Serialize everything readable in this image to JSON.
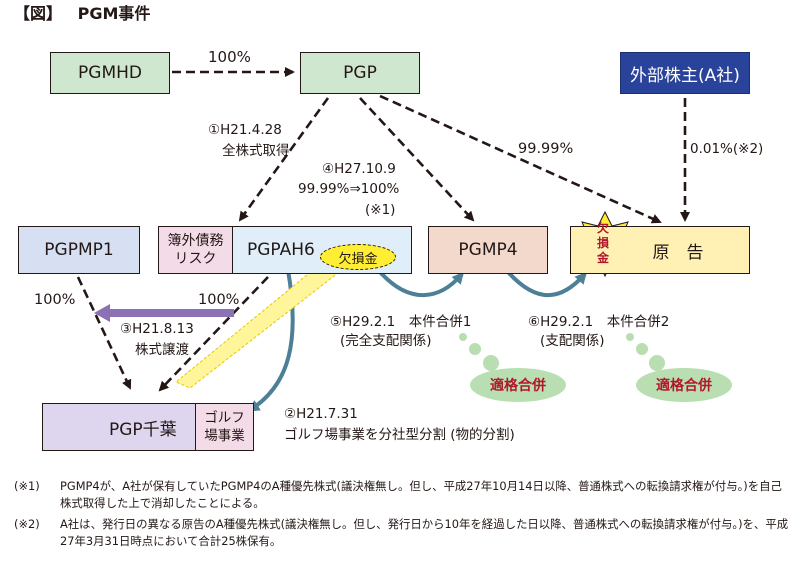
{
  "title": {
    "bracket": "【図】",
    "text": "PGM事件"
  },
  "boxes": {
    "pgmhd": "PGMHD",
    "pgp": "PGP",
    "outside": "外部株主(A社)",
    "pgpmp1": "PGPMP1",
    "pgpah6": "PGPAH6",
    "bond_risk": "簿外債務\nリスク",
    "pgmp4": "PGMP4",
    "plaintiff": "原　告",
    "pgp_chiba": "PGP千葉",
    "golf": "ゴルフ\n場事業"
  },
  "labels": {
    "pct_top": "100%",
    "step1_date": "①H21.4.28",
    "step1_desc": "全株式取得",
    "step4_date": "④H27.10.9",
    "step4_ratio": "99.99%⇒100%",
    "step4_note": "(※1)",
    "pct_pgp_plaintiff": "99.99%",
    "pct_outside": "0.01%(※2)",
    "pct_pgpmp1": "100%",
    "pct_pgpah6": "100%",
    "step3_date": "③H21.8.13",
    "step3_desc": "株式譲渡",
    "step2_date": "②H21.7.31",
    "step2_desc": "ゴルフ場事業を分社型分割 (物的分割)",
    "step5": "⑤H29.2.1　本件合併1",
    "step5_sub": "(完全支配関係)",
    "step6": "⑥H29.2.1　本件合併2",
    "step6_sub": "(支配関係)",
    "loss_bubble": "欠損金",
    "loss_star": "欠\n損\n金",
    "qualified1": "適格合併",
    "qualified2": "適格合併"
  },
  "notes": [
    {
      "mark": "(※1)",
      "text": "PGMP4が、A社が保有していたPGMP4のA種優先株式(議決権無し。但し、平成27年10月14日以降、普通株式への転換請求権が付与。)を自己株式取得した上で消却したことによる。"
    },
    {
      "mark": "(※2)",
      "text": "A社は、発行日の異なる原告のA種優先株式(議決権無し。但し、発行日から10年を経過した日以降、普通株式への転換請求権が付与。)を、平成27年3月31日時点において合計25株保有。"
    }
  ],
  "colors": {
    "green_box": "#cfe6cf",
    "blue_box": "#d6e0f2",
    "navy_box": "#29429a",
    "peach_box": "#f2d9cc",
    "yellow_box": "#fff1b3",
    "lavender_box": "#ddd6ee",
    "pink_box": "#f4dbe8",
    "teal_arrow": "#4d7f96",
    "purple_arrow": "#8c72b4",
    "loss_yellow": "#ffee33",
    "qualified_text": "#b2182b",
    "qualified_bg": "#b8deb1"
  }
}
